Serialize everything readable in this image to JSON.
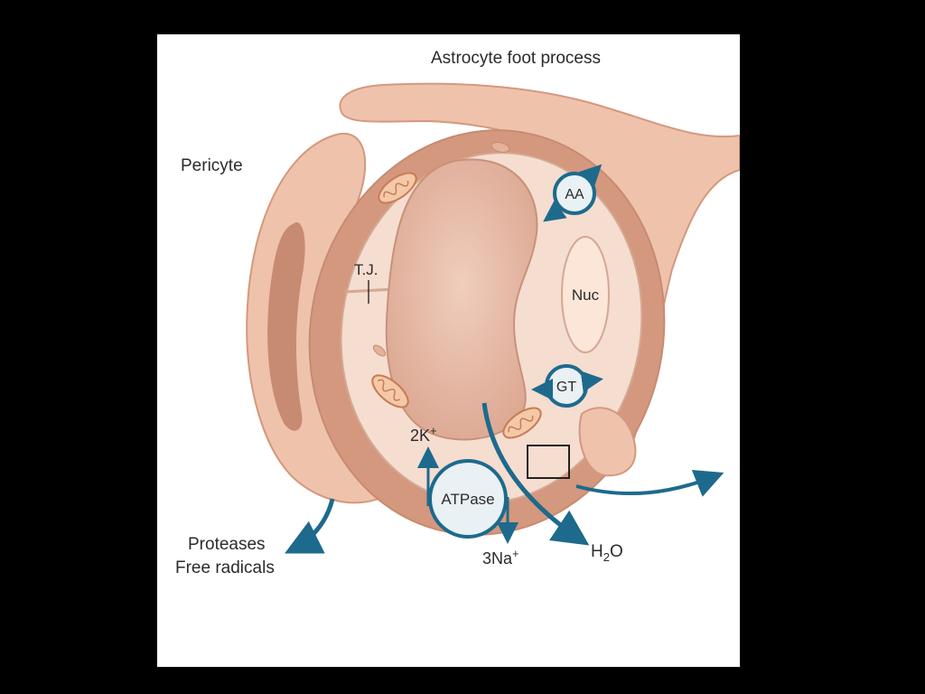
{
  "labels": {
    "astrocyte": "Astrocyte foot process",
    "pericyte": "Pericyte",
    "tight_junction": "T.J.",
    "amino_acid_transporter": "AA",
    "nucleus": "Nuc",
    "glucose_transporter": "GT",
    "potassium": "2K",
    "potassium_charge": "+",
    "atpase": "ATPase",
    "sodium": "3Na",
    "sodium_charge": "+",
    "water_h": "H",
    "water_sub": "2",
    "water_o": "O",
    "proteases": "Proteases",
    "free_radicals": "Free radicals"
  },
  "colors": {
    "background": "#000000",
    "panel": "#ffffff",
    "arrow_blue": "#1d6a8c",
    "tissue_pink": "#efc2ac",
    "tissue_dark": "#d4987e",
    "cytoplasm": "#f5ddd0",
    "lumen": "#e6b8a3",
    "nucleus_fill": "#fbe6d8",
    "mitochondria": "#c97b55"
  }
}
